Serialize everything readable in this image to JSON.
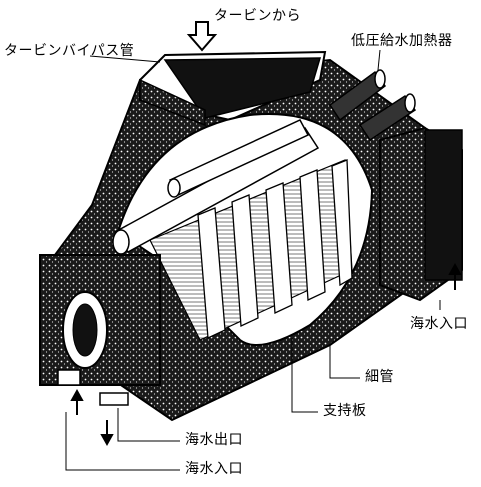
{
  "labels": {
    "from_turbine": "タービンから",
    "bypass_pipe": "タービンバイパス管",
    "lp_feedwater_heater": "低圧給水加熱器",
    "seawater_inlet_right": "海水入口",
    "tubes": "細管",
    "support_plate": "支持板",
    "seawater_outlet": "海水出口",
    "seawater_inlet_bottom": "海水入口"
  },
  "colors": {
    "ink": "#000000",
    "paper": "#ffffff",
    "shell_texture": "#2a2a2a"
  }
}
